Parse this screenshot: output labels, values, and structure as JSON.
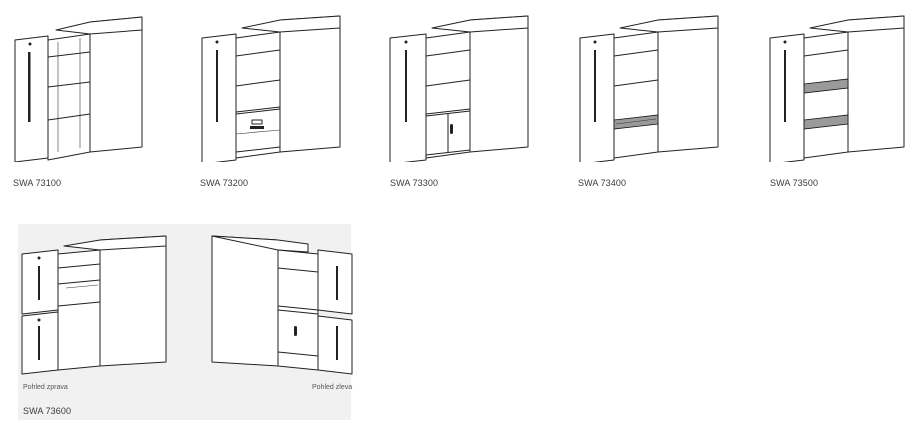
{
  "products": [
    {
      "code": "SWA 73100",
      "variant": "shelves"
    },
    {
      "code": "SWA 73200",
      "variant": "drawer"
    },
    {
      "code": "SWA 73300",
      "variant": "door"
    },
    {
      "code": "SWA 73400",
      "variant": "basket-low"
    },
    {
      "code": "SWA 73500",
      "variant": "baskets"
    }
  ],
  "group": {
    "code": "SWA 73600",
    "views": [
      {
        "label": "Pohled zprava"
      },
      {
        "label": "Pohled zleva"
      }
    ]
  }
}
